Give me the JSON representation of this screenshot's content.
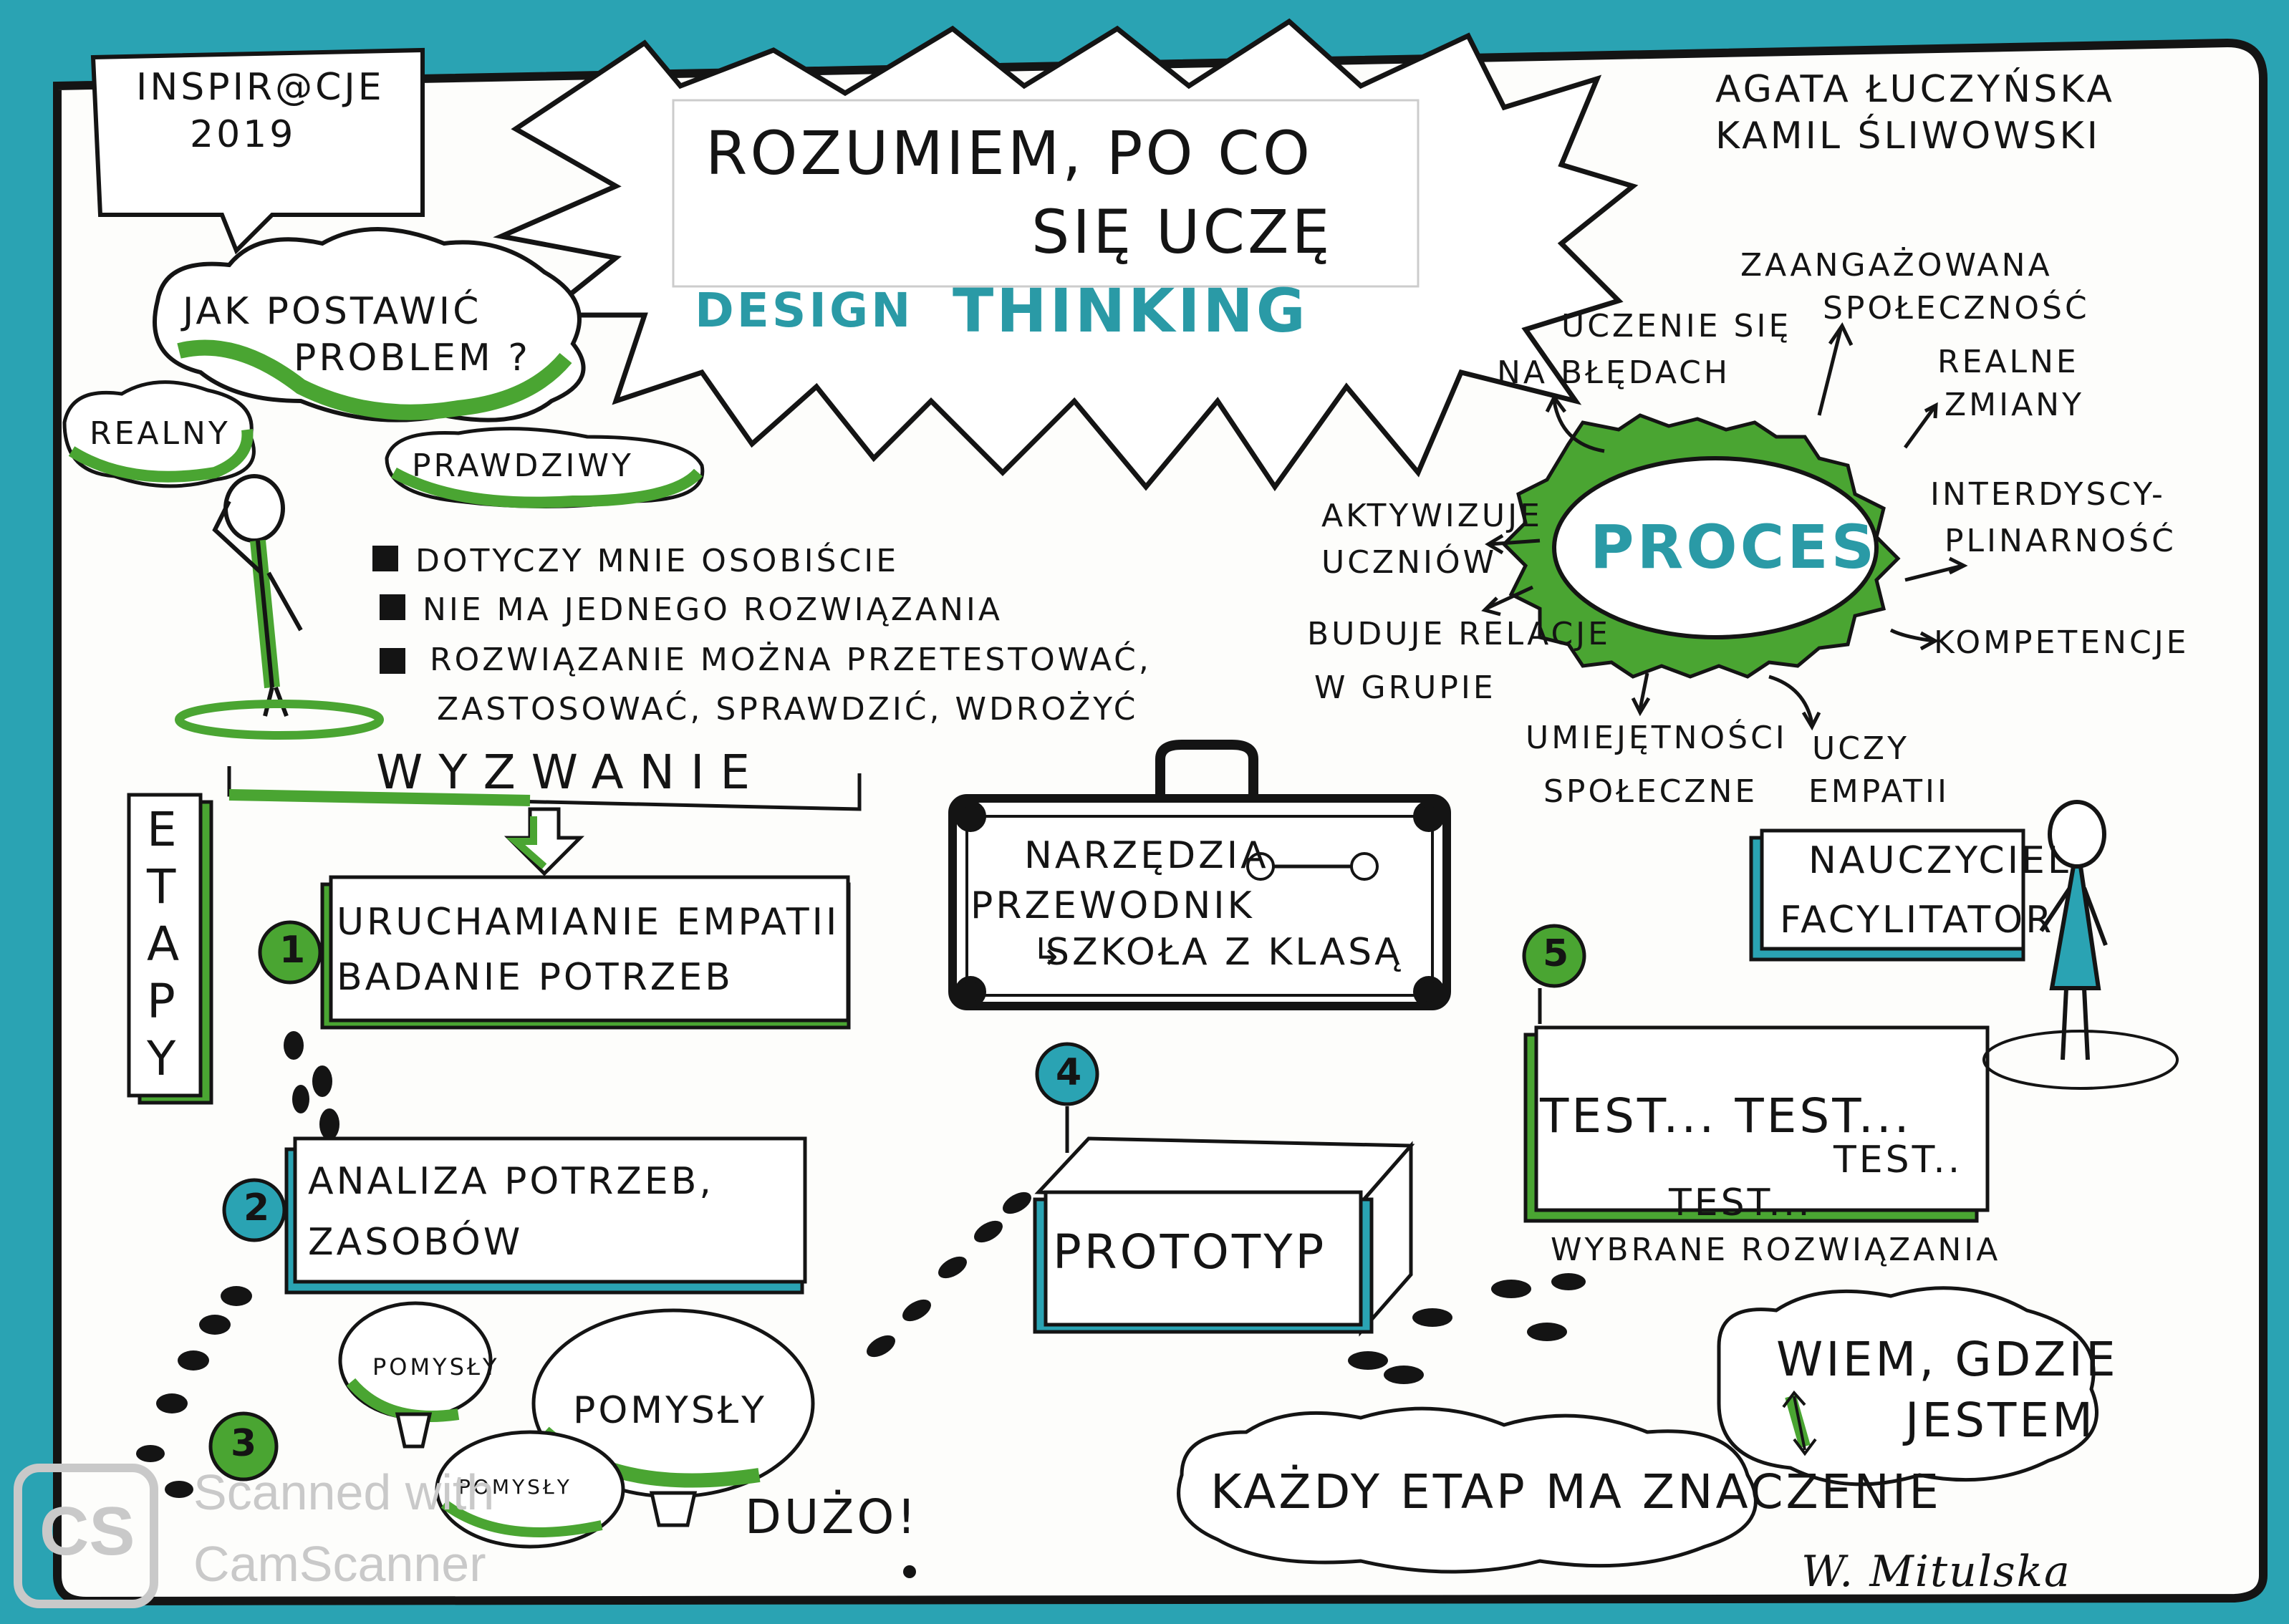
{
  "header": {
    "event": "INSPIR@CJE",
    "year": "2019",
    "title_line1": "ROZUMIEM, PO CO",
    "title_line2": "SIĘ UCZĘ",
    "subtitle_word1": "DESIGN",
    "subtitle_word2": "THINKING",
    "author1": "AGATA ŁUCZYŃSKA",
    "author2": "KAMIL ŚLIWOWSKI"
  },
  "problem": {
    "question_line1": "JAK POSTAWIĆ",
    "question_line2": "PROBLEM ?",
    "realny": "REALNY",
    "prawdziwy": "PRAWDZIWY",
    "bullets": [
      "DOTYCZY MNIE OSOBIŚCIE",
      "NIE MA JEDNEGO ROZWIĄZANIA",
      "ROZWIĄZANIE MOŻNA PRZETESTOWAĆ,",
      "ZASTOSOWAĆ, SPRAWDZIĆ, WDROŻYĆ"
    ]
  },
  "proces": {
    "center": "PROCES",
    "items": {
      "uczenie_line1": "UCZENIE SIĘ",
      "uczenie_line2": "NA BŁĘDACH",
      "zaangazowana_line1": "ZAANGAŻOWANA",
      "zaangazowana_line2": "SPOŁECZNOŚĆ",
      "realne_line1": "REALNE",
      "realne_line2": "ZMIANY",
      "interdyscy_line1": "INTERDYSCY-",
      "interdyscy_line2": "PLINARNOŚĆ",
      "kompetencje": "KOMPETENCJE",
      "aktywizuje_line1": "AKTYWIZUJE",
      "aktywizuje_line2": "UCZNIÓW",
      "buduje_line1": "BUDUJE RELACJE",
      "buduje_line2": "W GRUPIE",
      "umiejetnosci_line1": "UMIEJĘTNOŚCI",
      "umiejetnosci_line2": "SPOŁECZNE",
      "empatii_line1": "UCZY",
      "empatii_line2": "EMPATII"
    }
  },
  "wyzwanie": "WYZWANIE",
  "etapy": [
    "E",
    "T",
    "A",
    "P",
    "Y"
  ],
  "steps": {
    "s1_num": "1",
    "s1_line1": "URUCHAMIANIE EMPATII",
    "s1_line2": "BADANIE POTRZEB",
    "s2_num": "2",
    "s2_line1": "ANALIZA POTRZEB,",
    "s2_line2": "ZASOBÓW",
    "s3_num": "3",
    "pomysly_small1": "POMYSŁY",
    "pomysly_big": "POMYSŁY",
    "pomysly_small2": "POMYSŁY",
    "duzo": "DUŻO!",
    "s4_num": "4",
    "prototyp": "PROTOTYP",
    "s5_num": "5",
    "test1": "TEST... TEST...",
    "test2": "TEST..",
    "test3": "TEST...",
    "wybrane": "WYBRANE ROZWIĄZANIA"
  },
  "toolbox": {
    "narzedzia": "NARZĘDZIA",
    "przewodnik": "PRZEWODNIK",
    "szkola": "SZKOŁA Z KLASĄ"
  },
  "teacher": {
    "line1": "NAUCZYCIEL",
    "line2": "FACYLITATOR"
  },
  "bottom": {
    "wiem_line1": "WIEM, GDZIE",
    "wiem_line2": "JESTEM",
    "kazdy": "KAŻDY ETAP MA ZNACZENIE",
    "signature": "W. Mitulska"
  },
  "watermark": {
    "logo": "CS",
    "line1": "Scanned with",
    "line2": "CamScanner"
  },
  "colors": {
    "teal": "#2aa3b3",
    "green": "#4aa532",
    "ink": "#141414",
    "paper": "#fdfdfb"
  }
}
